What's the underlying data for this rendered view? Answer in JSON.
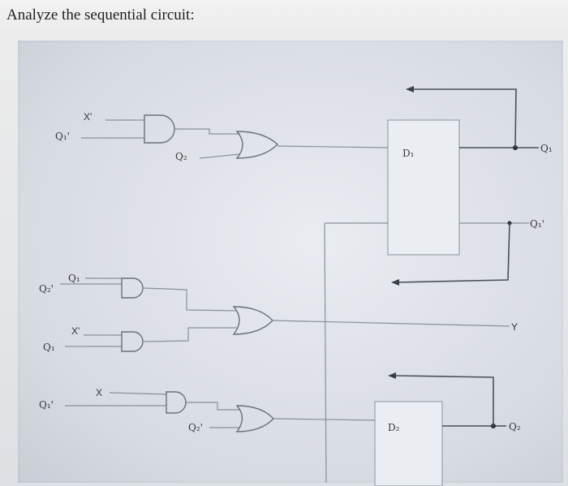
{
  "title": "Analyze the sequential circuit:",
  "labels": {
    "x_prime_1": "X'",
    "q1_prime_top": "Q₁'",
    "q2_and_in": "Q₂",
    "d1": "D₁",
    "q1_out": "Q₁",
    "q1_prime_out": "Q₁'",
    "q1_and2": "Q₁",
    "q2_prime_mid": "Q₂'",
    "x_prime_2": "X'",
    "q1_mid": "Q₁",
    "y_out": "Y",
    "x_in": "X",
    "q1_prime_bottom": "Q₁'",
    "q2_prime_bottom": "Q₂'",
    "d2": "D₂",
    "q2_out": "Q₂"
  }
}
